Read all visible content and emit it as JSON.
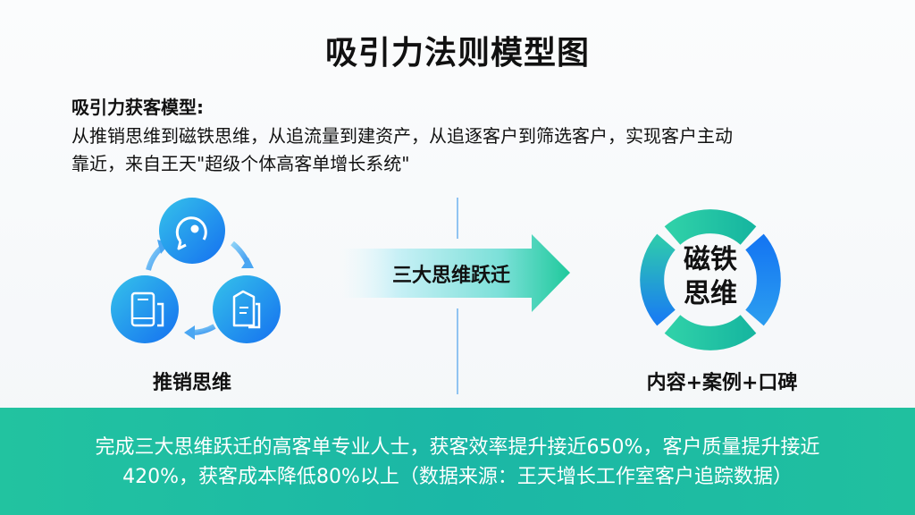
{
  "title": "吸引力法则模型图",
  "intro": {
    "heading": "吸引力获客模型:",
    "lines": [
      "从推销思维到磁铁思维，从追流量到建资产，从追逐客户到筛选客户，实现客户主动",
      "靠近，来自王天\"超级个体高客单增长系统\""
    ]
  },
  "left_diagram": {
    "label": "推销思维",
    "icons": [
      "chat-icon",
      "document-icon",
      "mobile-devices-icon"
    ]
  },
  "transition": {
    "label": "三大思维跃迁"
  },
  "right_diagram": {
    "center_text_line1": "磁铁",
    "center_text_line2": "思维",
    "label": "内容+案例+口碑"
  },
  "footer": {
    "lines": [
      "完成三大思维跃迁的高客单专业人士，获客效率提升接近650%，客户质量提升接近",
      "420%，获客成本降低80%以上（数据来源：王天增长工作室客户追踪数据）"
    ]
  },
  "colors": {
    "blue": "#1a7ff0",
    "teal": "#22c3a0",
    "cyan": "#33c0e8"
  }
}
